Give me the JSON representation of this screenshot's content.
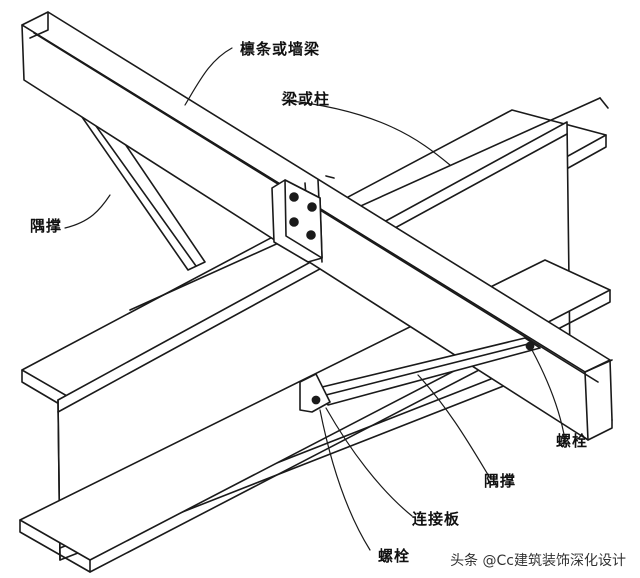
{
  "labels": {
    "purlin": "檩条或墙梁",
    "beam_column": "梁或柱",
    "brace_left": "隅撑",
    "brace_right": "隅撑",
    "bolt_right": "螺栓",
    "connection_plate": "连接板",
    "bolt_bottom": "螺栓"
  },
  "watermark": {
    "source": "头条",
    "handle": "@Cc建筑装饰深化设计"
  }
}
